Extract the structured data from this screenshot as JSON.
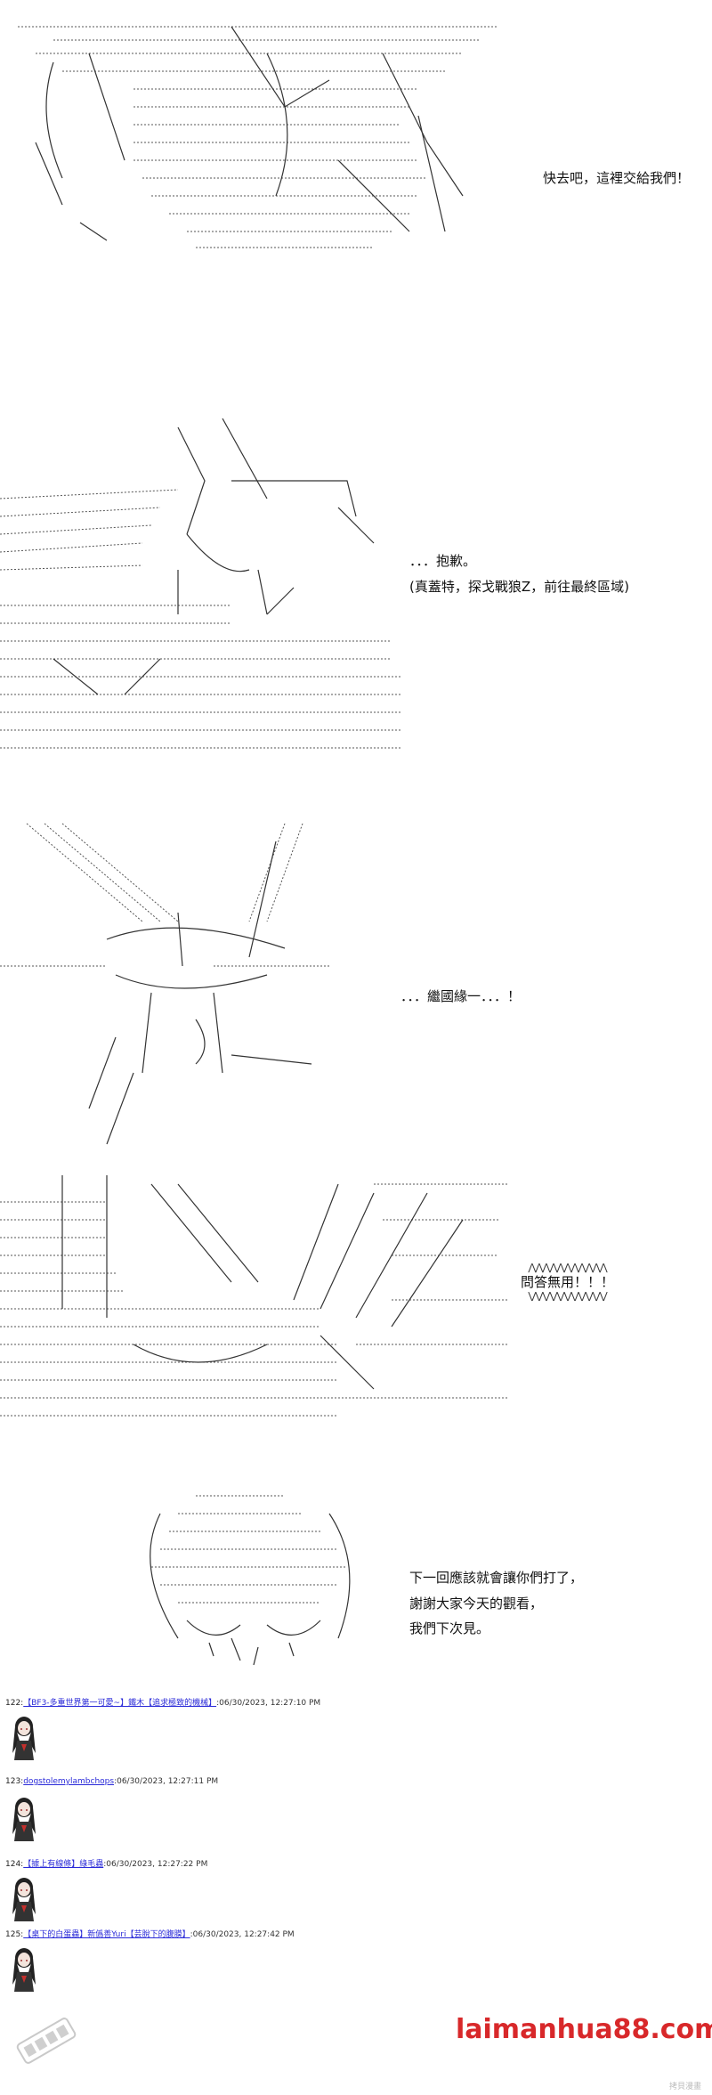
{
  "captions": {
    "panel1": "快去吧，這裡交給我們！",
    "panel2_line1": "．．．抱歉。",
    "panel2_line2": "(真蓋特，探戈戰狼Z，前往最終區域)",
    "panel3": "．．．繼國緣一．．．！",
    "panel4": "問答無用！！！",
    "panel5_line1": "下一回應該就會讓你們打了，",
    "panel5_line2": "謝謝大家今天的觀看，",
    "panel5_line3": "我們下次見。"
  },
  "comments": [
    {
      "num": "122:",
      "name": "【BF3-多重世界第一可愛~】鐵木【追求極致的機械】",
      "date": ":06/30/2023, 12:27:10 PM"
    },
    {
      "num": "123:",
      "name": "dogstolemylambchops",
      "date": ":06/30/2023, 12:27:11 PM"
    },
    {
      "num": "124:",
      "name": "【據上有線條】綠毛蟲",
      "date": ":06/30/2023, 12:27:22 PM"
    },
    {
      "num": "125:",
      "name": "【桌下的白蛋蟲】新僞善Yuri​【芸脫下的腹膜】",
      "date": ":06/30/2023, 12:27:42 PM"
    }
  ],
  "watermark": "laimanhua88.com",
  "sitetag": "拷貝漫畫"
}
